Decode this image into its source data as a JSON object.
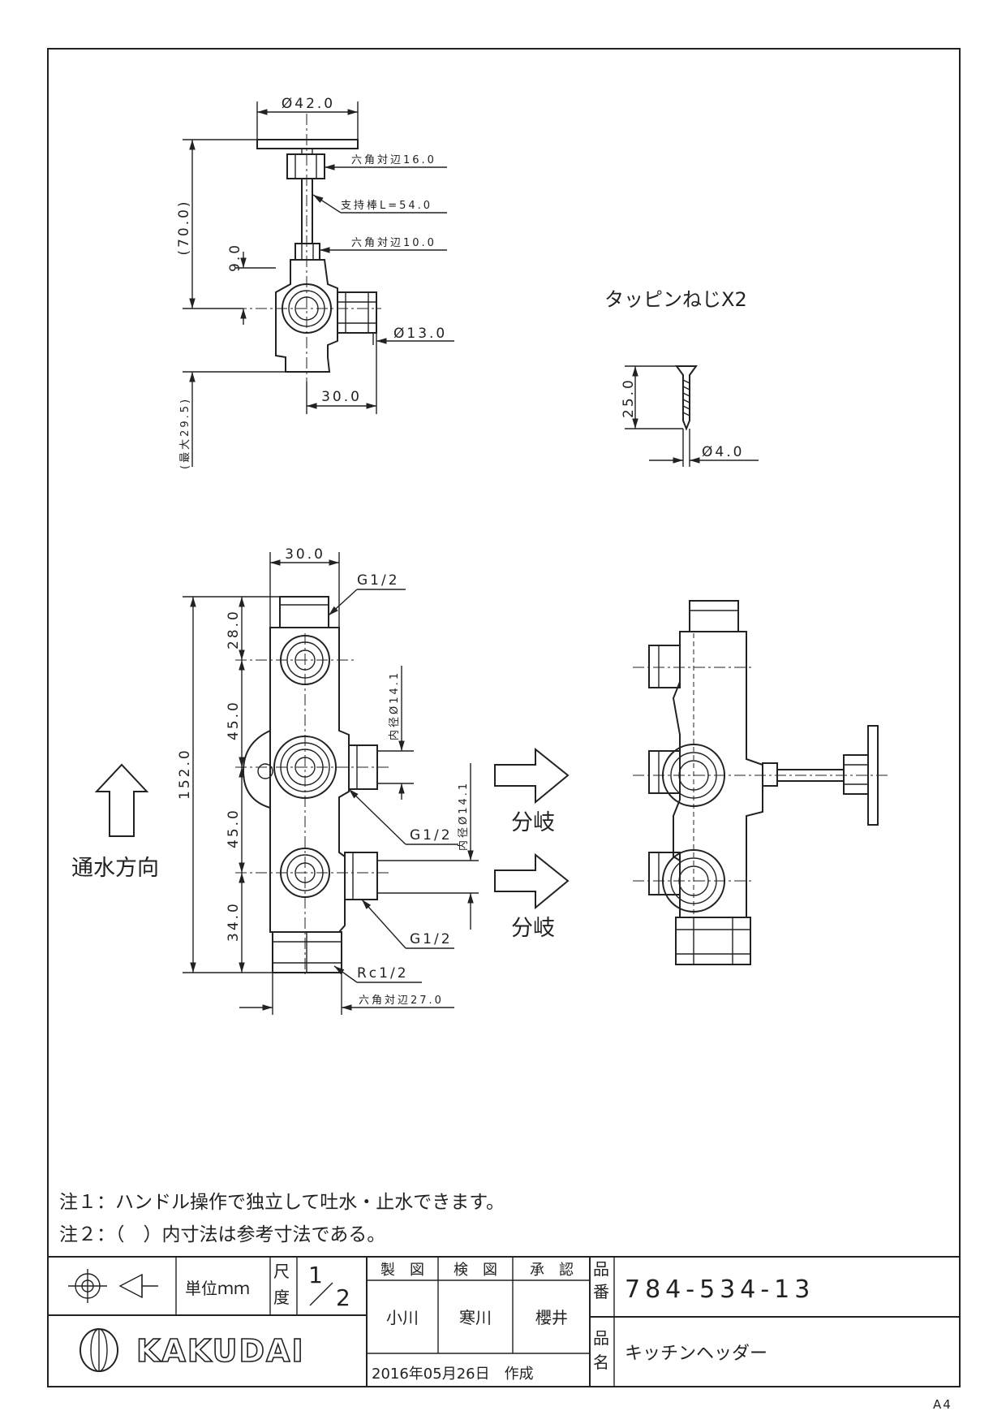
{
  "notes": [
    "注１：ハンドル操作で独立して吐水・止水できます。",
    "注２：（　）内寸法は参考寸法である。"
  ],
  "screw_title": "タッピンねじX2",
  "top_view": {
    "dia_handle": "Ø42.0",
    "hex16": "六角対辺16.0",
    "rod": "支持棒L=54.0",
    "hex10": "六角対辺10.0",
    "dia13": "Ø13.0",
    "h70": "(70.0)",
    "h9": "9.0",
    "max295": "(最大29.5)",
    "w30": "30.0"
  },
  "screw": {
    "len": "25.0",
    "dia": "Ø4.0"
  },
  "front_view": {
    "w30": "30.0",
    "g12_top": "G1/2",
    "total152": "152.0",
    "d28": "28.0",
    "d45a": "45.0",
    "d45b": "45.0",
    "d34": "34.0",
    "inner1": "内径Ø14.1",
    "inner2": "内径Ø14.1",
    "g12_mid": "G1/2",
    "g12_low": "G1/2",
    "rc12": "Rc1/2",
    "hex27": "六角対辺27.0",
    "flow": "通水方向",
    "branch1": "分岐",
    "branch2": "分岐"
  },
  "title_block": {
    "unit": "単位ｍｍ",
    "scale_label_1": "尺",
    "scale_label_2": "度",
    "scale_num": "1",
    "scale_den": "2",
    "drawn": "製　図",
    "checked": "検　図",
    "approved": "承　認",
    "drawn_name": "小川",
    "checked_name": "寒川",
    "approved_name": "櫻井",
    "part_no_label_1": "品",
    "part_no_label_2": "番",
    "part_no": "784-534-13",
    "part_name_label_1": "品",
    "part_name_label_2": "名",
    "part_name": "キッチンヘッダー",
    "date": "2016年05月26日　作成",
    "brand": "KAKUDAI",
    "paper": "A4"
  }
}
